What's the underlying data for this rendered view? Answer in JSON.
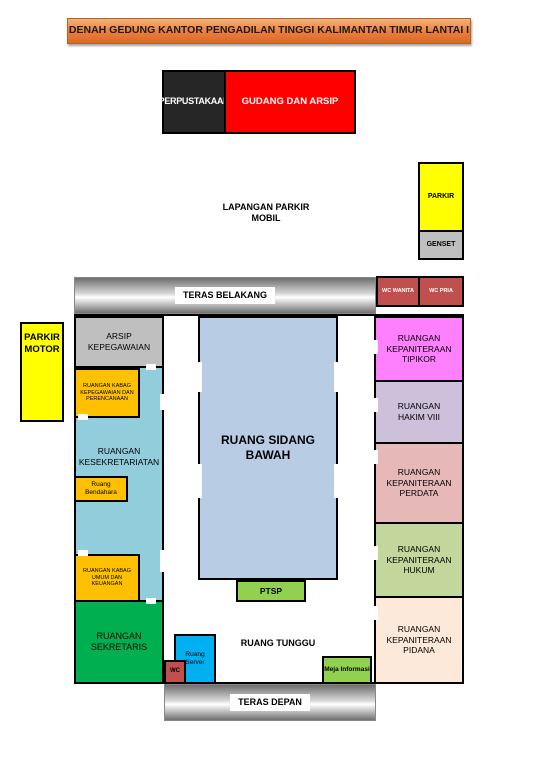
{
  "title": "DENAH GEDUNG KANTOR PENGADILAN TINGGI KALIMANTAN TIMUR LANTAI I",
  "top_block": {
    "perpustakaan": "PERPUSTAKAAN",
    "gudang": "GUDANG DAN ARSIP"
  },
  "parking": {
    "car_line1": "LAPANGAN PARKIR",
    "car_line2": "MOBIL",
    "parkir": "PARKIR",
    "genset": "GENSET",
    "motor_line1": "PARKIR",
    "motor_line2": "MOTOR"
  },
  "terraces": {
    "back": "TERAS BELAKANG",
    "front": "TERAS DEPAN"
  },
  "wc": {
    "wanita": "WC WANITA",
    "pria": "WC PRIA",
    "small": "WC"
  },
  "left_rooms": {
    "arsip": "ARSIP KEPEGAWAIAN",
    "kabag_kepeg": "RUANGAN KABAG KEPEGAWAIAN DAN PERENCANAAN",
    "kesekretariatan": "RUANGAN KESEKRETARIATAN",
    "bendahara": "Ruang Bendahara",
    "kabag_umum": "RUANGAN KABAG UMUM DAN KEUANGAN",
    "sekretaris": "RUANGAN SEKRETARIS"
  },
  "center": {
    "sidang": "RUANG SIDANG BAWAH",
    "ptsp": "PTSP",
    "server": "Ruang Server",
    "tunggu": "RUANG TUNGGU",
    "meja": "Meja Informasi"
  },
  "right_rooms": {
    "tipikor": "RUANGAN KEPANITERAAN TIPIKOR",
    "hakim": "RUANGAN HAKIM VIII",
    "perdata": "RUANGAN KEPANITERAAN PERDATA",
    "hukum": "RUANGAN KEPANITERAAN HUKUM",
    "pidana": "RUANGAN KEPANITERAAN PIDANA"
  },
  "colors": {
    "black": "#262626",
    "red": "#ff0000",
    "yellow": "#ffff00",
    "gray": "#bfbfbf",
    "wc": "#c0504d",
    "pink_tipikor": "#ff80ff",
    "lavender": "#ccc0da",
    "pink_perdata": "#e6b9b8",
    "green_light": "#c3d69b",
    "peach": "#fde9d9",
    "light_blue": "#92cddc",
    "orange": "#ffc000",
    "green_dark": "#00b050",
    "blue_server": "#00b0f0",
    "steel": "#b8cce4",
    "green_ptsp": "#92d050"
  }
}
